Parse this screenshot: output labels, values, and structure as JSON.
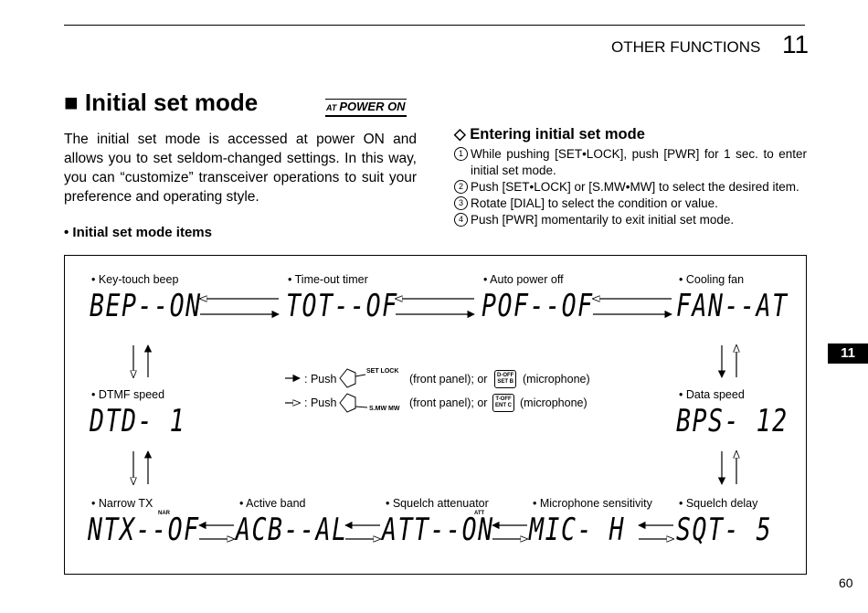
{
  "header": {
    "section": "OTHER FUNCTIONS",
    "chapter_number": "11"
  },
  "section_title": "■ Initial set mode",
  "badge": {
    "prefix": "AT",
    "text": "POWER ON"
  },
  "intro": "The initial set mode is accessed at power ON and allows you to set seldom-changed settings. In this way, you can “customize” transceiver operations to suit your preference and operating style.",
  "items_heading": "• Initial set mode items",
  "entering": {
    "heading": "◇ Entering initial set mode",
    "steps": [
      {
        "num": "1",
        "text": "While pushing [SET•LOCK], push [PWR] for 1 sec. to enter initial set mode."
      },
      {
        "num": "2",
        "text": "Push [SET•LOCK] or [S.MW•MW] to select the desired item."
      },
      {
        "num": "3",
        "text": "Rotate [DIAL] to select the condition or value."
      },
      {
        "num": "4",
        "text": "Push [PWR] momentarily to exit initial set mode."
      }
    ]
  },
  "diagram": {
    "items": [
      {
        "label": "• Key-touch beep",
        "display": "BEP--ON"
      },
      {
        "label": "• Time-out timer",
        "display": "TOT--OF"
      },
      {
        "label": "• Auto power off",
        "display": "POF--OF"
      },
      {
        "label": "• Cooling fan",
        "display": "FAN--AT"
      },
      {
        "label": "• DTMF speed",
        "display": "DTD-  1"
      },
      {
        "label": "• Data speed",
        "display": "BPS- 12"
      },
      {
        "label": "• Narrow TX",
        "display": "NTX--OF",
        "superscript": "NAR"
      },
      {
        "label": "• Active band",
        "display": "ACB--AL"
      },
      {
        "label": "• Squelch attenuator",
        "display": "ATT--ON",
        "superscript": "ATT"
      },
      {
        "label": "• Microphone sensitivity",
        "display": "MIC- H"
      },
      {
        "label": "• Squelch delay",
        "display": "SQT- 5"
      }
    ],
    "legend": [
      {
        "prefix": ": Push",
        "key": "SET LOCK",
        "middle": "(front panel); or",
        "mic_key_top": "D-OFF",
        "mic_key_bottom": "SET B",
        "suffix": "(microphone)"
      },
      {
        "prefix": ": Push",
        "key": "S.MW MW",
        "middle": "(front panel); or",
        "mic_key_top": "T-OFF",
        "mic_key_bottom": "ENT C",
        "suffix": "(microphone)"
      }
    ]
  },
  "side_tab": "11",
  "page_number": "60"
}
